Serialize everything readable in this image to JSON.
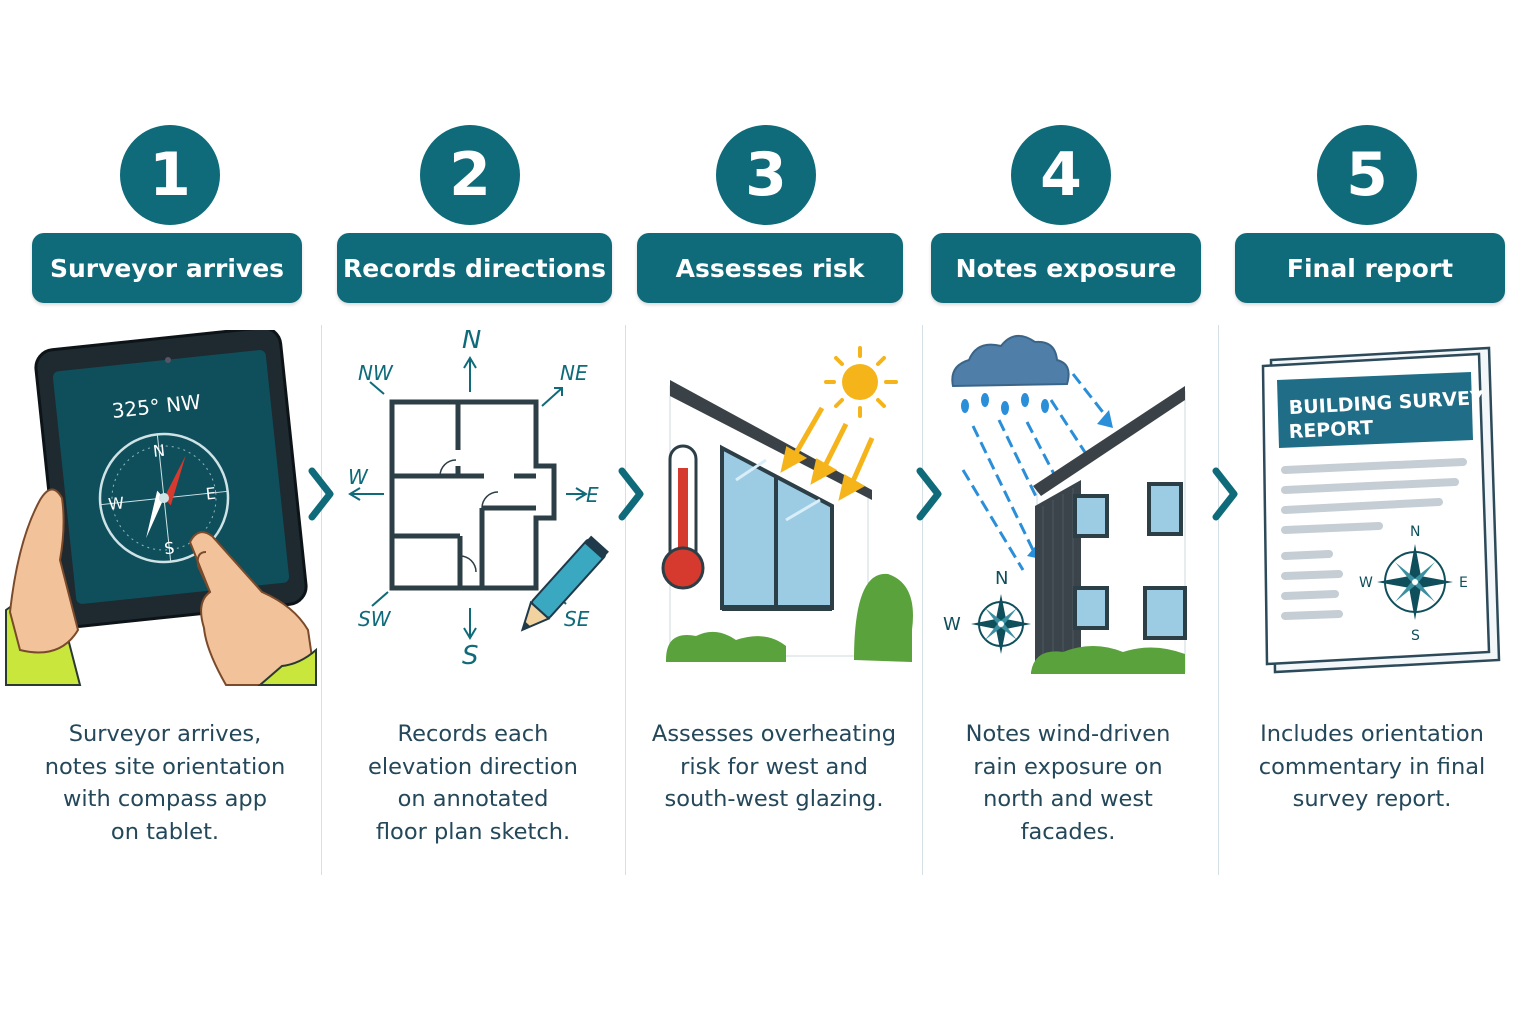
{
  "steps": [
    {
      "number": "1",
      "title": "Surveyor arrives",
      "description": "Surveyor arrives,\nnotes site orientation\nwith compass app\non tablet.",
      "tablet_readout": "325° NW",
      "compass_labels": {
        "n": "N",
        "e": "E",
        "s": "S",
        "w": "W"
      }
    },
    {
      "number": "2",
      "title": "Records directions",
      "description": "Records each\nelevation direction\non annotated\nfloor plan sketch.",
      "direction_labels": {
        "n": "N",
        "ne": "NE",
        "e": "E",
        "se": "SE",
        "s": "S",
        "sw": "SW",
        "w": "W",
        "nw": "NW"
      }
    },
    {
      "number": "3",
      "title": "Assesses risk",
      "description": "Assesses overheating\nrisk for west and\nsouth-west glazing."
    },
    {
      "number": "4",
      "title": "Notes exposure",
      "description": "Notes wind-driven\nrain exposure on\nnorth and west\nfacades.",
      "compass_labels": {
        "n": "N",
        "w": "W"
      }
    },
    {
      "number": "5",
      "title": "Final report",
      "description": "Includes orientation\ncommentary in final\nsurvey report.",
      "report_title_line1": "BUILDING SURVEY",
      "report_title_line2": "REPORT",
      "compass_labels": {
        "n": "N",
        "e": "E",
        "s": "S",
        "w": "W"
      }
    }
  ],
  "colors": {
    "primary": "#0f6b7a",
    "sun": "#f5b41a",
    "arrow_blue": "#2a8ed8",
    "thermo_red": "#d63a2f",
    "grass": "#5aa23c",
    "hi_vis": "#c8e63c"
  },
  "icons": {
    "step_separator": "chevron-right-icon"
  }
}
